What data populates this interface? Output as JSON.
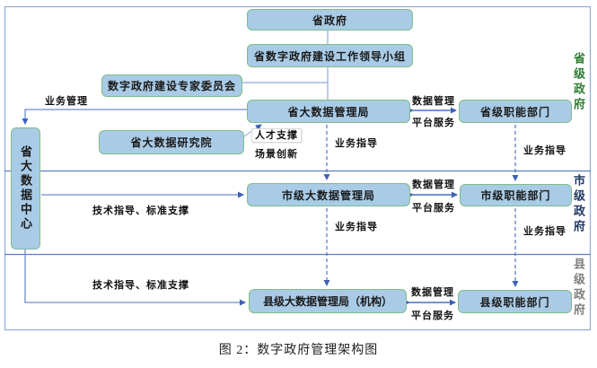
{
  "diagram": {
    "caption": "图 2：数字政府管理架构图",
    "nodes": {
      "provincial_gov": "省政府",
      "leading_group": "省数字政府建设工作领导小组",
      "expert_committee": "数字政府建设专家委员会",
      "prov_bigdata_bureau": "省大数据管理局",
      "prov_functional_dept": "省级职能部门",
      "bigdata_institute": "省大数据研究院",
      "bigdata_center": "省大数据中心",
      "city_bigdata_bureau": "市级大数据管理局",
      "city_functional_dept": "市级职能部门",
      "county_bigdata_bureau": "县级大数据管理局（机构）",
      "county_functional_dept": "县级职能部门"
    },
    "labels": {
      "business_management": "业务管理",
      "data_management": "数据管理",
      "platform_service": "平台服务",
      "business_guidance": "业务指导",
      "talent_support": "人才支撑",
      "scenario_innovation": "场景创新",
      "tech_guidance": "技术指导、标准支撑"
    },
    "bands": {
      "provincial": "省级政府",
      "city": "市级政府",
      "county": "县级政府"
    },
    "colors": {
      "node_fill": "#a9cbe6",
      "node_border": "#7fbd88",
      "line_blue": "#4472c4",
      "band_provincial": "#2e7d32",
      "band_city": "#1f3864",
      "band_county": "#7f7f7f"
    }
  }
}
